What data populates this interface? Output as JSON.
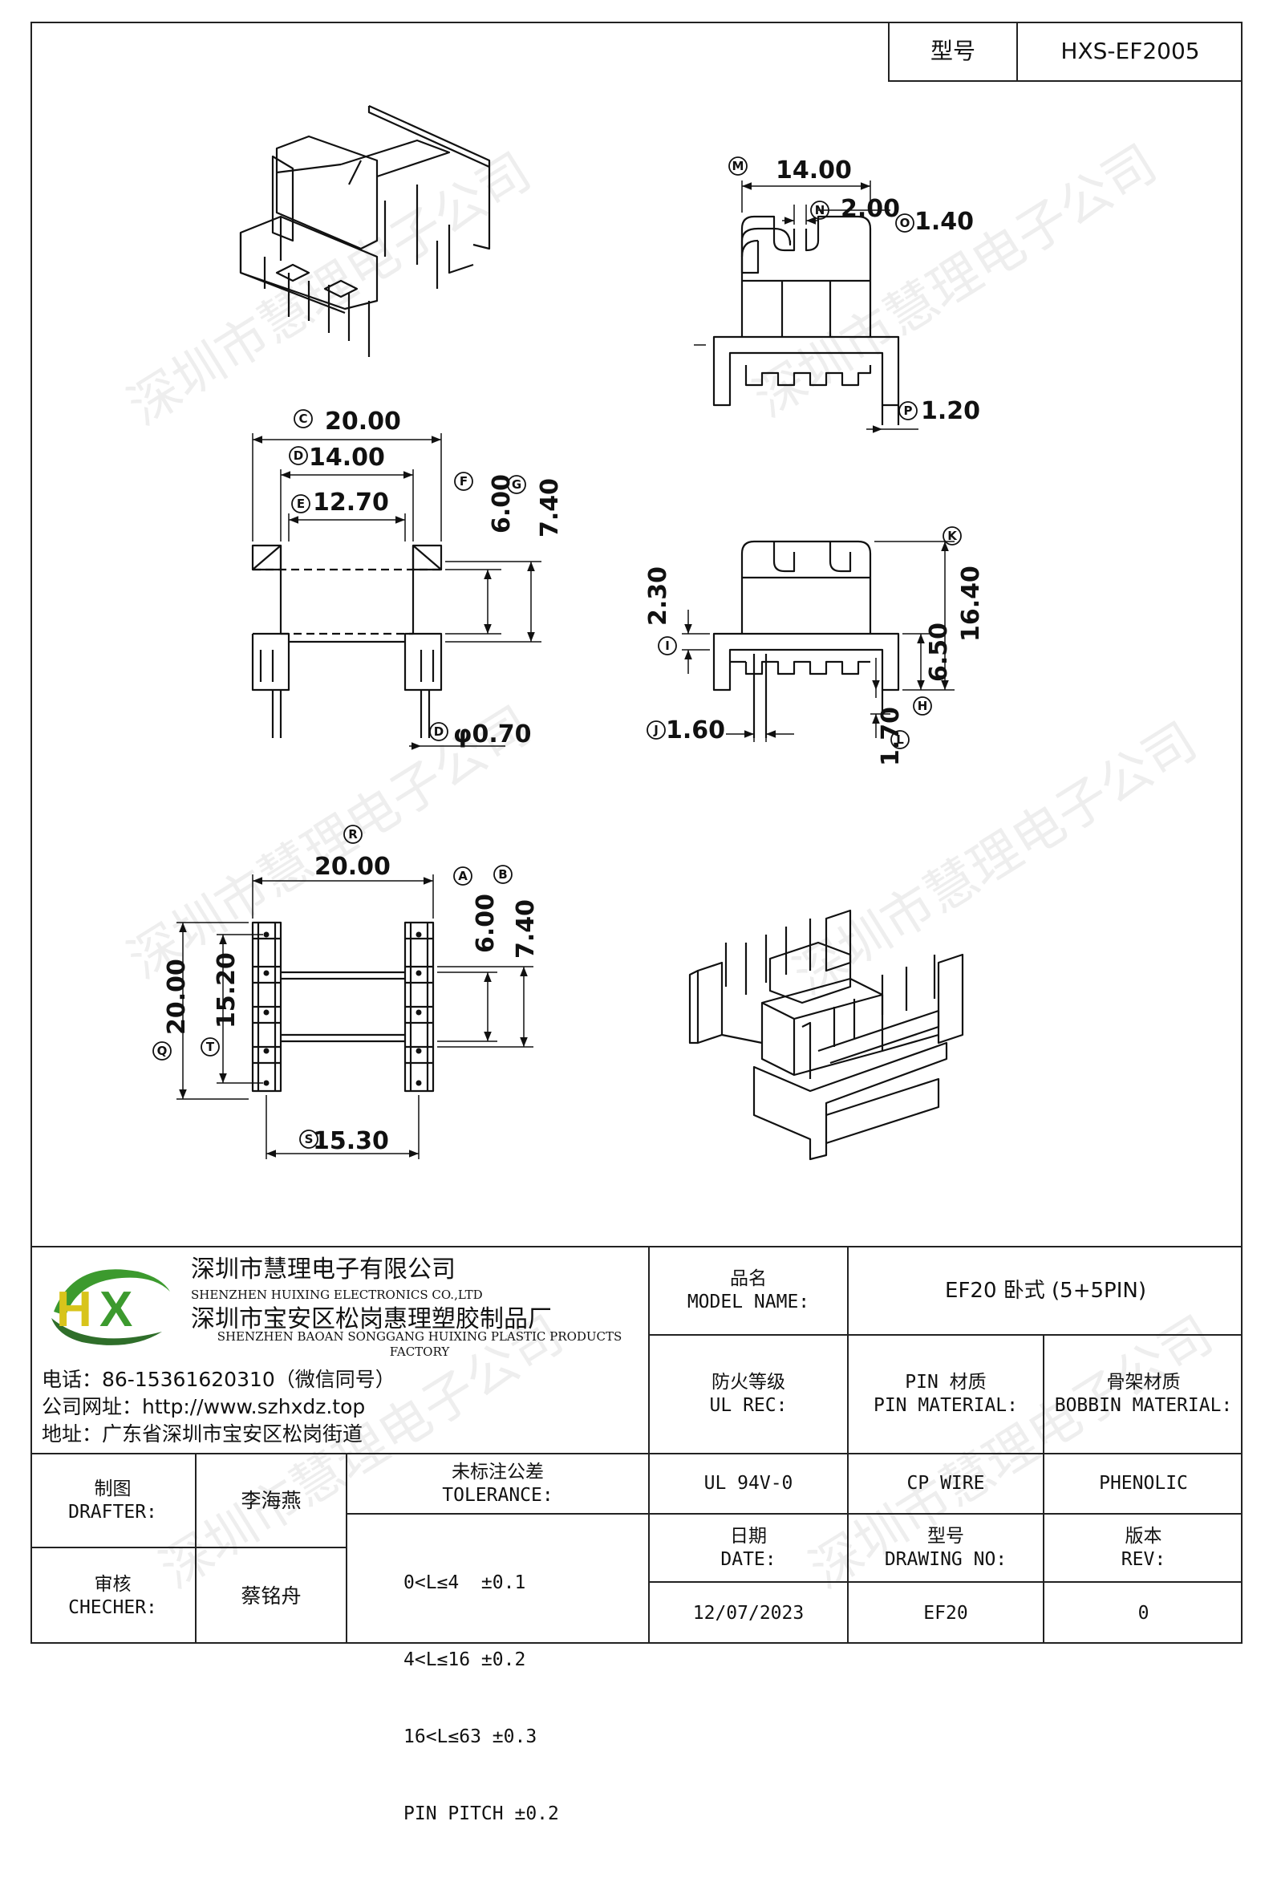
{
  "title_block_top": {
    "model_label": "型号",
    "model_value": "HXS-EF2005"
  },
  "watermark": "深圳市慧理电子公司",
  "company": {
    "name_cn": "深圳市慧理电子有限公司",
    "name_en": "SHENZHEN HUIXING ELECTRONICS CO.,LTD",
    "factory_cn": "深圳市宝安区松岗惠理塑胶制品厂",
    "factory_en": "SHENZHEN BAOAN SONGGANG HUIXING PLASTIC PRODUCTS FACTORY",
    "phone": "电话：86-15361620310（微信同号）",
    "website": "公司网址：http://www.szhxdz.top",
    "address": "地址：广东省深圳市宝安区松岗街道",
    "logo_text": "HX",
    "colors": {
      "logo_green": "#3c9a2e",
      "logo_yellow": "#d8c41b",
      "logo_dark": "#2f6e2a"
    }
  },
  "title_block": {
    "model_name_cn": "品名",
    "model_name_en": "MODEL NAME:",
    "model_name_value": "EF20 卧式 (5+5PIN)",
    "ul_label_cn": "防火等级",
    "ul_label_en": "UL REC:",
    "pin_mat_cn": "PIN 材质",
    "pin_mat_en": "PIN MATERIAL:",
    "bobbin_mat_cn": "骨架材质",
    "bobbin_mat_en": "BOBBIN MATERIAL:",
    "ul_value": "UL 94V-0",
    "pin_value": "CP WIRE",
    "bobbin_value": "PHENOLIC",
    "date_cn": "日期",
    "date_en": "DATE:",
    "date_value": "12/07/2023",
    "drawing_cn": "型号",
    "drawing_en": "DRAWING NO:",
    "drawing_value": "EF20",
    "rev_cn": "版本",
    "rev_en": "REV:",
    "rev_value": "0",
    "drafter_cn": "制图",
    "drafter_en": "DRAFTER:",
    "drafter_value": "李海燕",
    "checker_cn": "审核",
    "checker_en": "CHECHER:",
    "checker_value": "蔡铭舟",
    "tol_cn": "未标注公差",
    "tol_en": "TOLERANCE:",
    "tolerances": [
      "0<L≤4  ±0.1",
      "4<L≤16 ±0.2",
      "16<L≤63 ±0.3",
      "PIN PITCH ±0.2"
    ]
  },
  "dimensions": {
    "M": "14.00",
    "N": "2.00",
    "O": "1.40",
    "P": "1.20",
    "C": "20.00",
    "D": "14.00",
    "E": "12.70",
    "F": "6.00",
    "G": "7.40",
    "Df": "φ0.70",
    "I": "2.30",
    "J": "1.60",
    "K": "16.40",
    "H": "6.50",
    "L": "1.70",
    "R": "20.00",
    "A": "6.00",
    "B": "7.40",
    "Q": "20.00",
    "T": "15.20",
    "S": "15.30"
  },
  "dim_letters": {
    "M": "M",
    "N": "N",
    "O": "O",
    "P": "P",
    "C": "C",
    "D": "D",
    "E": "E",
    "F": "F",
    "G": "G",
    "Di": "D",
    "I": "I",
    "J": "J",
    "K": "K",
    "H": "H",
    "L": "L",
    "R": "R",
    "A": "A",
    "B": "B",
    "Q": "Q",
    "T": "T",
    "S": "S"
  }
}
